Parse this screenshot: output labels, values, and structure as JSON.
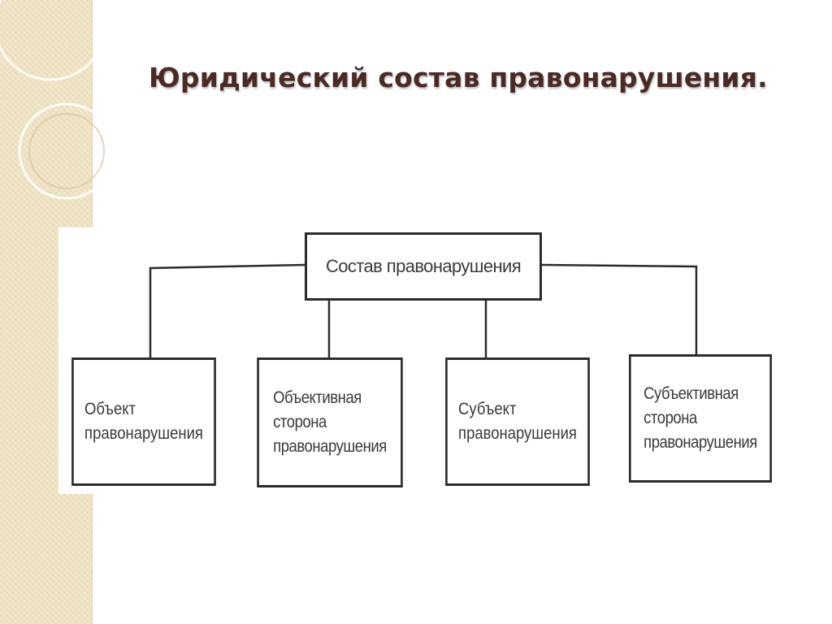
{
  "slide": {
    "title": "Юридический состав правонарушения."
  },
  "diagram": {
    "root": {
      "label": "Состав правонарушения"
    },
    "children": [
      {
        "label": "Объект\nправонарушения"
      },
      {
        "label": "Объективная\nсторона\nправонарушения"
      },
      {
        "label": "Субъект\nправонарушения"
      },
      {
        "label": "Субъективная\nсторона\nправонарушения"
      }
    ]
  },
  "colors": {
    "title": "#4a2a22",
    "side_strip": "#efe2c2",
    "box_border": "#2b2b2b",
    "box_text": "#3a3a3a"
  }
}
